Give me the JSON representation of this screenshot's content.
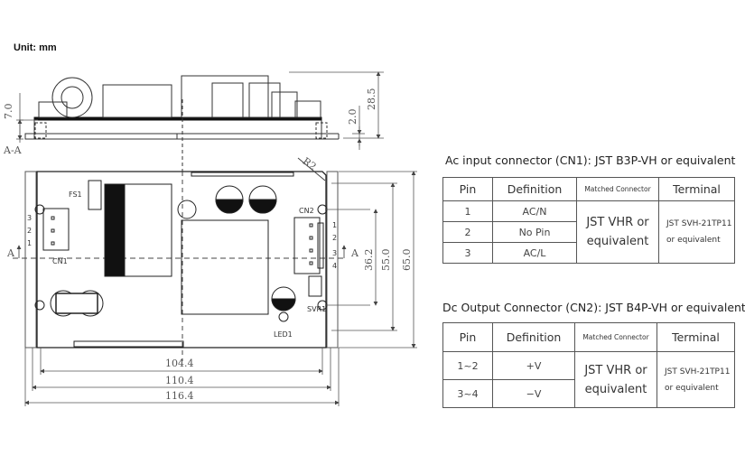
{
  "unit_label": "Unit: mm",
  "side_view": {
    "section_label": "A-A",
    "dims": {
      "component_height": "7.0",
      "total_height": "28.5",
      "base_offset": "2.0"
    }
  },
  "top_view": {
    "labels": {
      "fuse": "FS1",
      "input_connector": "CN1",
      "output_connector": "CN2",
      "led": "LED1",
      "trimmer": "SVR1",
      "radius": "R2",
      "section_marker_left": "A",
      "section_marker_right": "A"
    },
    "cn1_pins": [
      "3",
      "2",
      "1"
    ],
    "cn2_pins": [
      "1",
      "2",
      "3",
      "4"
    ],
    "dims": {
      "width_inner": "104.4",
      "width_mid": "110.4",
      "width_outer": "116.4",
      "height_holes": "36.2",
      "height_mid": "55.0",
      "height_outer": "65.0"
    }
  },
  "ac_table": {
    "title": "Ac input connector (CN1): JST B3P-VH or equivalent",
    "headers": [
      "Pin",
      "Definition",
      "Matched Connector",
      "Terminal"
    ],
    "rows": [
      {
        "pin": "1",
        "definition": "AC/N"
      },
      {
        "pin": "2",
        "definition": "No Pin"
      },
      {
        "pin": "3",
        "definition": "AC/L"
      }
    ],
    "matched_connector": [
      "JST VHR or",
      "equivalent"
    ],
    "terminal": [
      "JST SVH-21TP11",
      "or equivalent"
    ]
  },
  "dc_table": {
    "title": "Dc Output Connector (CN2): JST B4P-VH or equivalent",
    "headers": [
      "Pin",
      "Definition",
      "Matched Connector",
      "Terminal"
    ],
    "rows": [
      {
        "pin": "1~2",
        "definition": "+V"
      },
      {
        "pin": "3~4",
        "definition": "−V"
      }
    ],
    "matched_connector": [
      "JST VHR or",
      "equivalent"
    ],
    "terminal": [
      "JST SVH-21TP11",
      "or equivalent"
    ]
  },
  "colors": {
    "line": "#222222",
    "dim_line": "#555555",
    "text": "#333333"
  }
}
